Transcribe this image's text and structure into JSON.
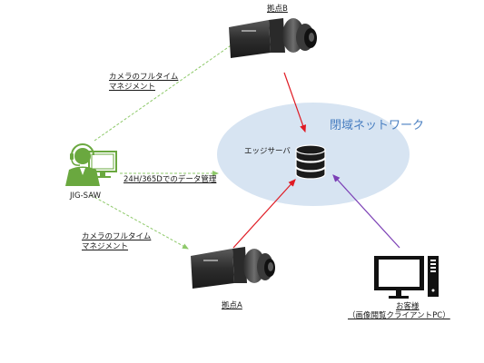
{
  "diagram": {
    "network_label": "閉域ネットワーク",
    "edge_server_label": "エッジサーバ",
    "operator_label": "JIG-SAW",
    "camera_b_label": "拠点B",
    "camera_a_label": "拠点A",
    "management_top": [
      "カメラのフルタイム",
      "マネジメント"
    ],
    "management_bottom": [
      "カメラのフルタイム",
      "マネジメント"
    ],
    "data_management": "24H/365Dでのデータ管理",
    "customer_label": "お客様",
    "customer_sub": "（画像閲覧クライアントPC）"
  },
  "colors": {
    "ellipse_fill": "#d7e4f2",
    "network_text": "#4a7fc1",
    "dashed_green": "#8ec96a",
    "arrow_red": "#e01b24",
    "arrow_purple": "#7b3fb5",
    "operator_green": "#6aa83f",
    "db_icon": "#1b1b1b"
  }
}
